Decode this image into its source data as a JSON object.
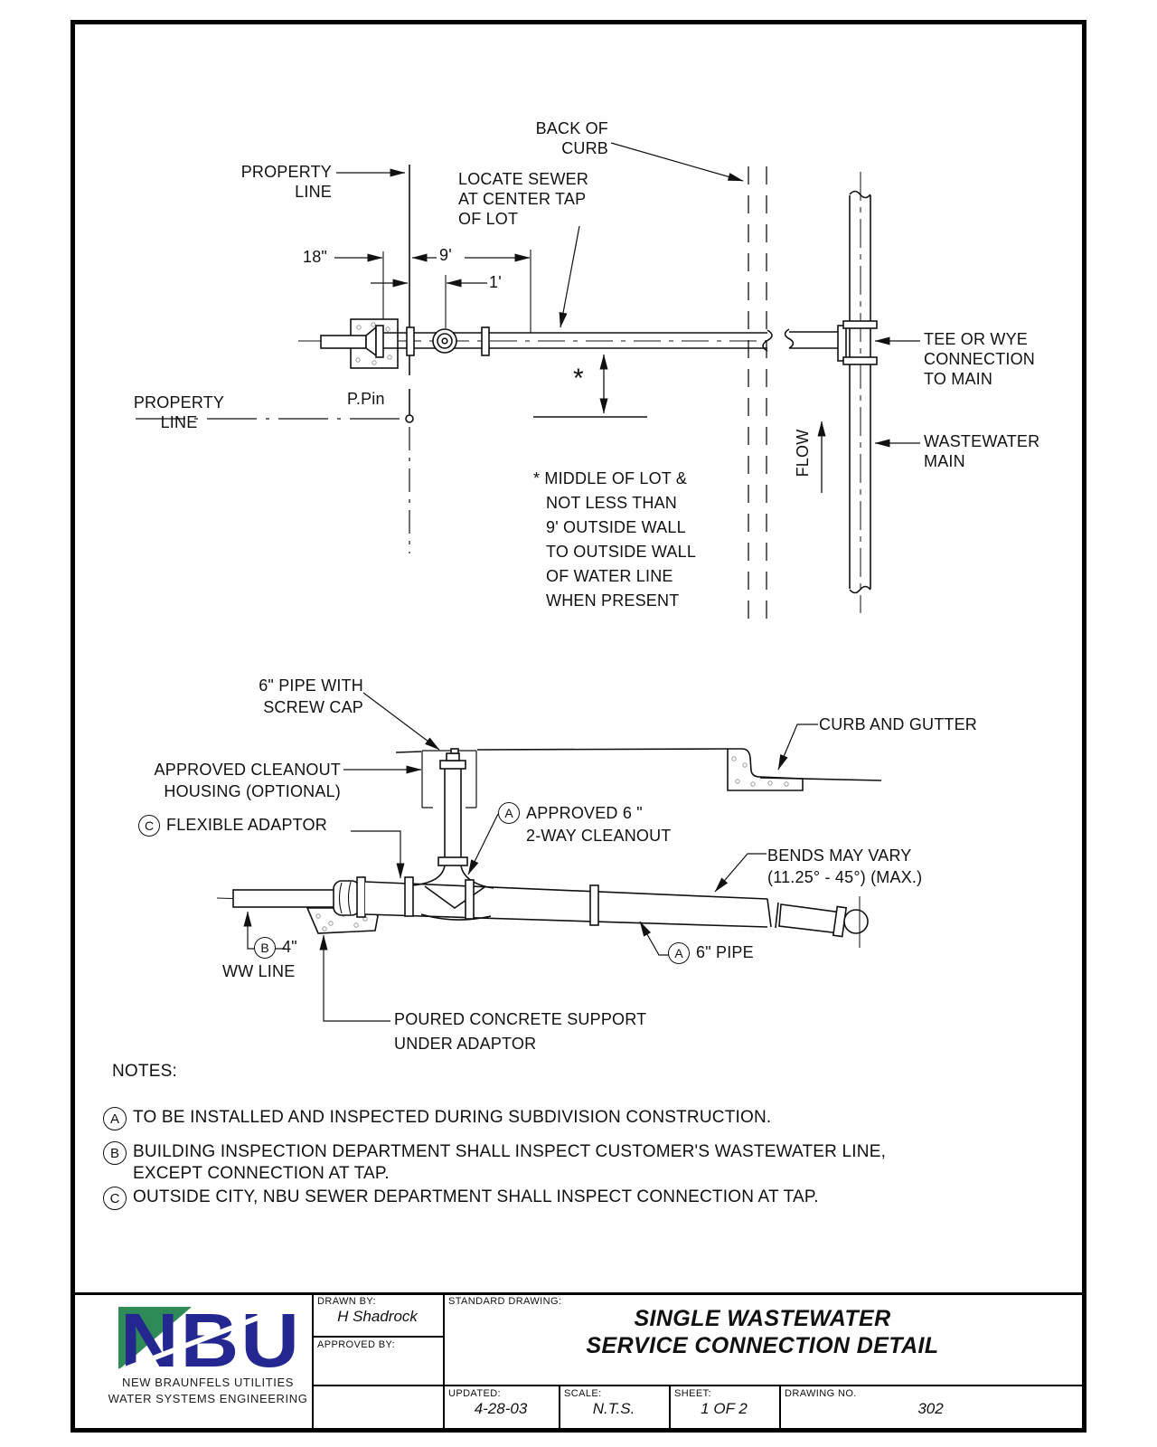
{
  "plan": {
    "back_of_curb": "BACK OF\nCURB",
    "property_line_top": "PROPERTY\nLINE",
    "locate_sewer": "LOCATE SEWER\nAT CENTER TAP\nOF LOT",
    "dim_offset": "18\"",
    "dim_nine": "9'",
    "dim_one": "1'",
    "p_pin": "P.Pin",
    "property_line_left": "PROPERTY\nLINE",
    "tee_or_wye": "TEE OR WYE\nCONNECTION\nTO MAIN",
    "wastewater_main": "WASTEWATER\nMAIN",
    "flow": "FLOW",
    "asterisk": "*",
    "middle_of_lot": "* MIDDLE OF LOT &\nNOT LESS THAN\n9' OUTSIDE WALL\nTO OUTSIDE WALL\nOF WATER LINE\nWHEN PRESENT"
  },
  "profile": {
    "screw_cap": "6\" PIPE WITH\nSCREW CAP",
    "cleanout_housing": "APPROVED CLEANOUT\nHOUSING (OPTIONAL)",
    "flexible_adaptor_ref": "C",
    "flexible_adaptor": "FLEXIBLE ADAPTOR",
    "two_way_cleanout_ref": "A",
    "two_way_cleanout": "APPROVED 6 \"\n2-WAY CLEANOUT",
    "curb_and_gutter": "CURB AND GUTTER",
    "bends": "BENDS MAY VARY\n(11.25° - 45°) (MAX.)",
    "ww_line_ref": "B",
    "ww_line_size": "4\"",
    "ww_line": "WW LINE",
    "six_pipe_ref": "A",
    "six_pipe": "6\" PIPE",
    "concrete_support": "POURED CONCRETE SUPPORT\nUNDER ADAPTOR"
  },
  "notes": {
    "heading": "NOTES:",
    "items": [
      {
        "ref": "A",
        "text": "TO BE INSTALLED AND INSPECTED DURING SUBDIVISION CONSTRUCTION."
      },
      {
        "ref": "B",
        "text": "BUILDING INSPECTION DEPARTMENT SHALL INSPECT CUSTOMER'S WASTEWATER LINE,\nEXCEPT CONNECTION AT TAP."
      },
      {
        "ref": "C",
        "text": "OUTSIDE CITY, NBU SEWER DEPARTMENT SHALL INSPECT CONNECTION AT TAP."
      }
    ]
  },
  "title_block": {
    "logo": {
      "acronym": "NBU",
      "org_line1": "NEW BRAUNFELS UTILITIES",
      "org_line2": "WATER SYSTEMS ENGINEERING",
      "green": "#2e8b57",
      "navy": "#24278f"
    },
    "drawn_by_label": "DRAWN BY:",
    "drawn_by_value": "H Shadrock",
    "approved_by_label": "APPROVED BY:",
    "standard_drawing_label": "STANDARD DRAWING:",
    "title_line1": "SINGLE WASTEWATER",
    "title_line2": "SERVICE CONNECTION DETAIL",
    "updated_label": "UPDATED:",
    "updated_value": "4-28-03",
    "scale_label": "SCALE:",
    "scale_value": "N.T.S.",
    "sheet_label": "SHEET:",
    "sheet_value": "1 OF 2",
    "drawing_no_label": "DRAWING NO.",
    "drawing_no_value": "302"
  }
}
